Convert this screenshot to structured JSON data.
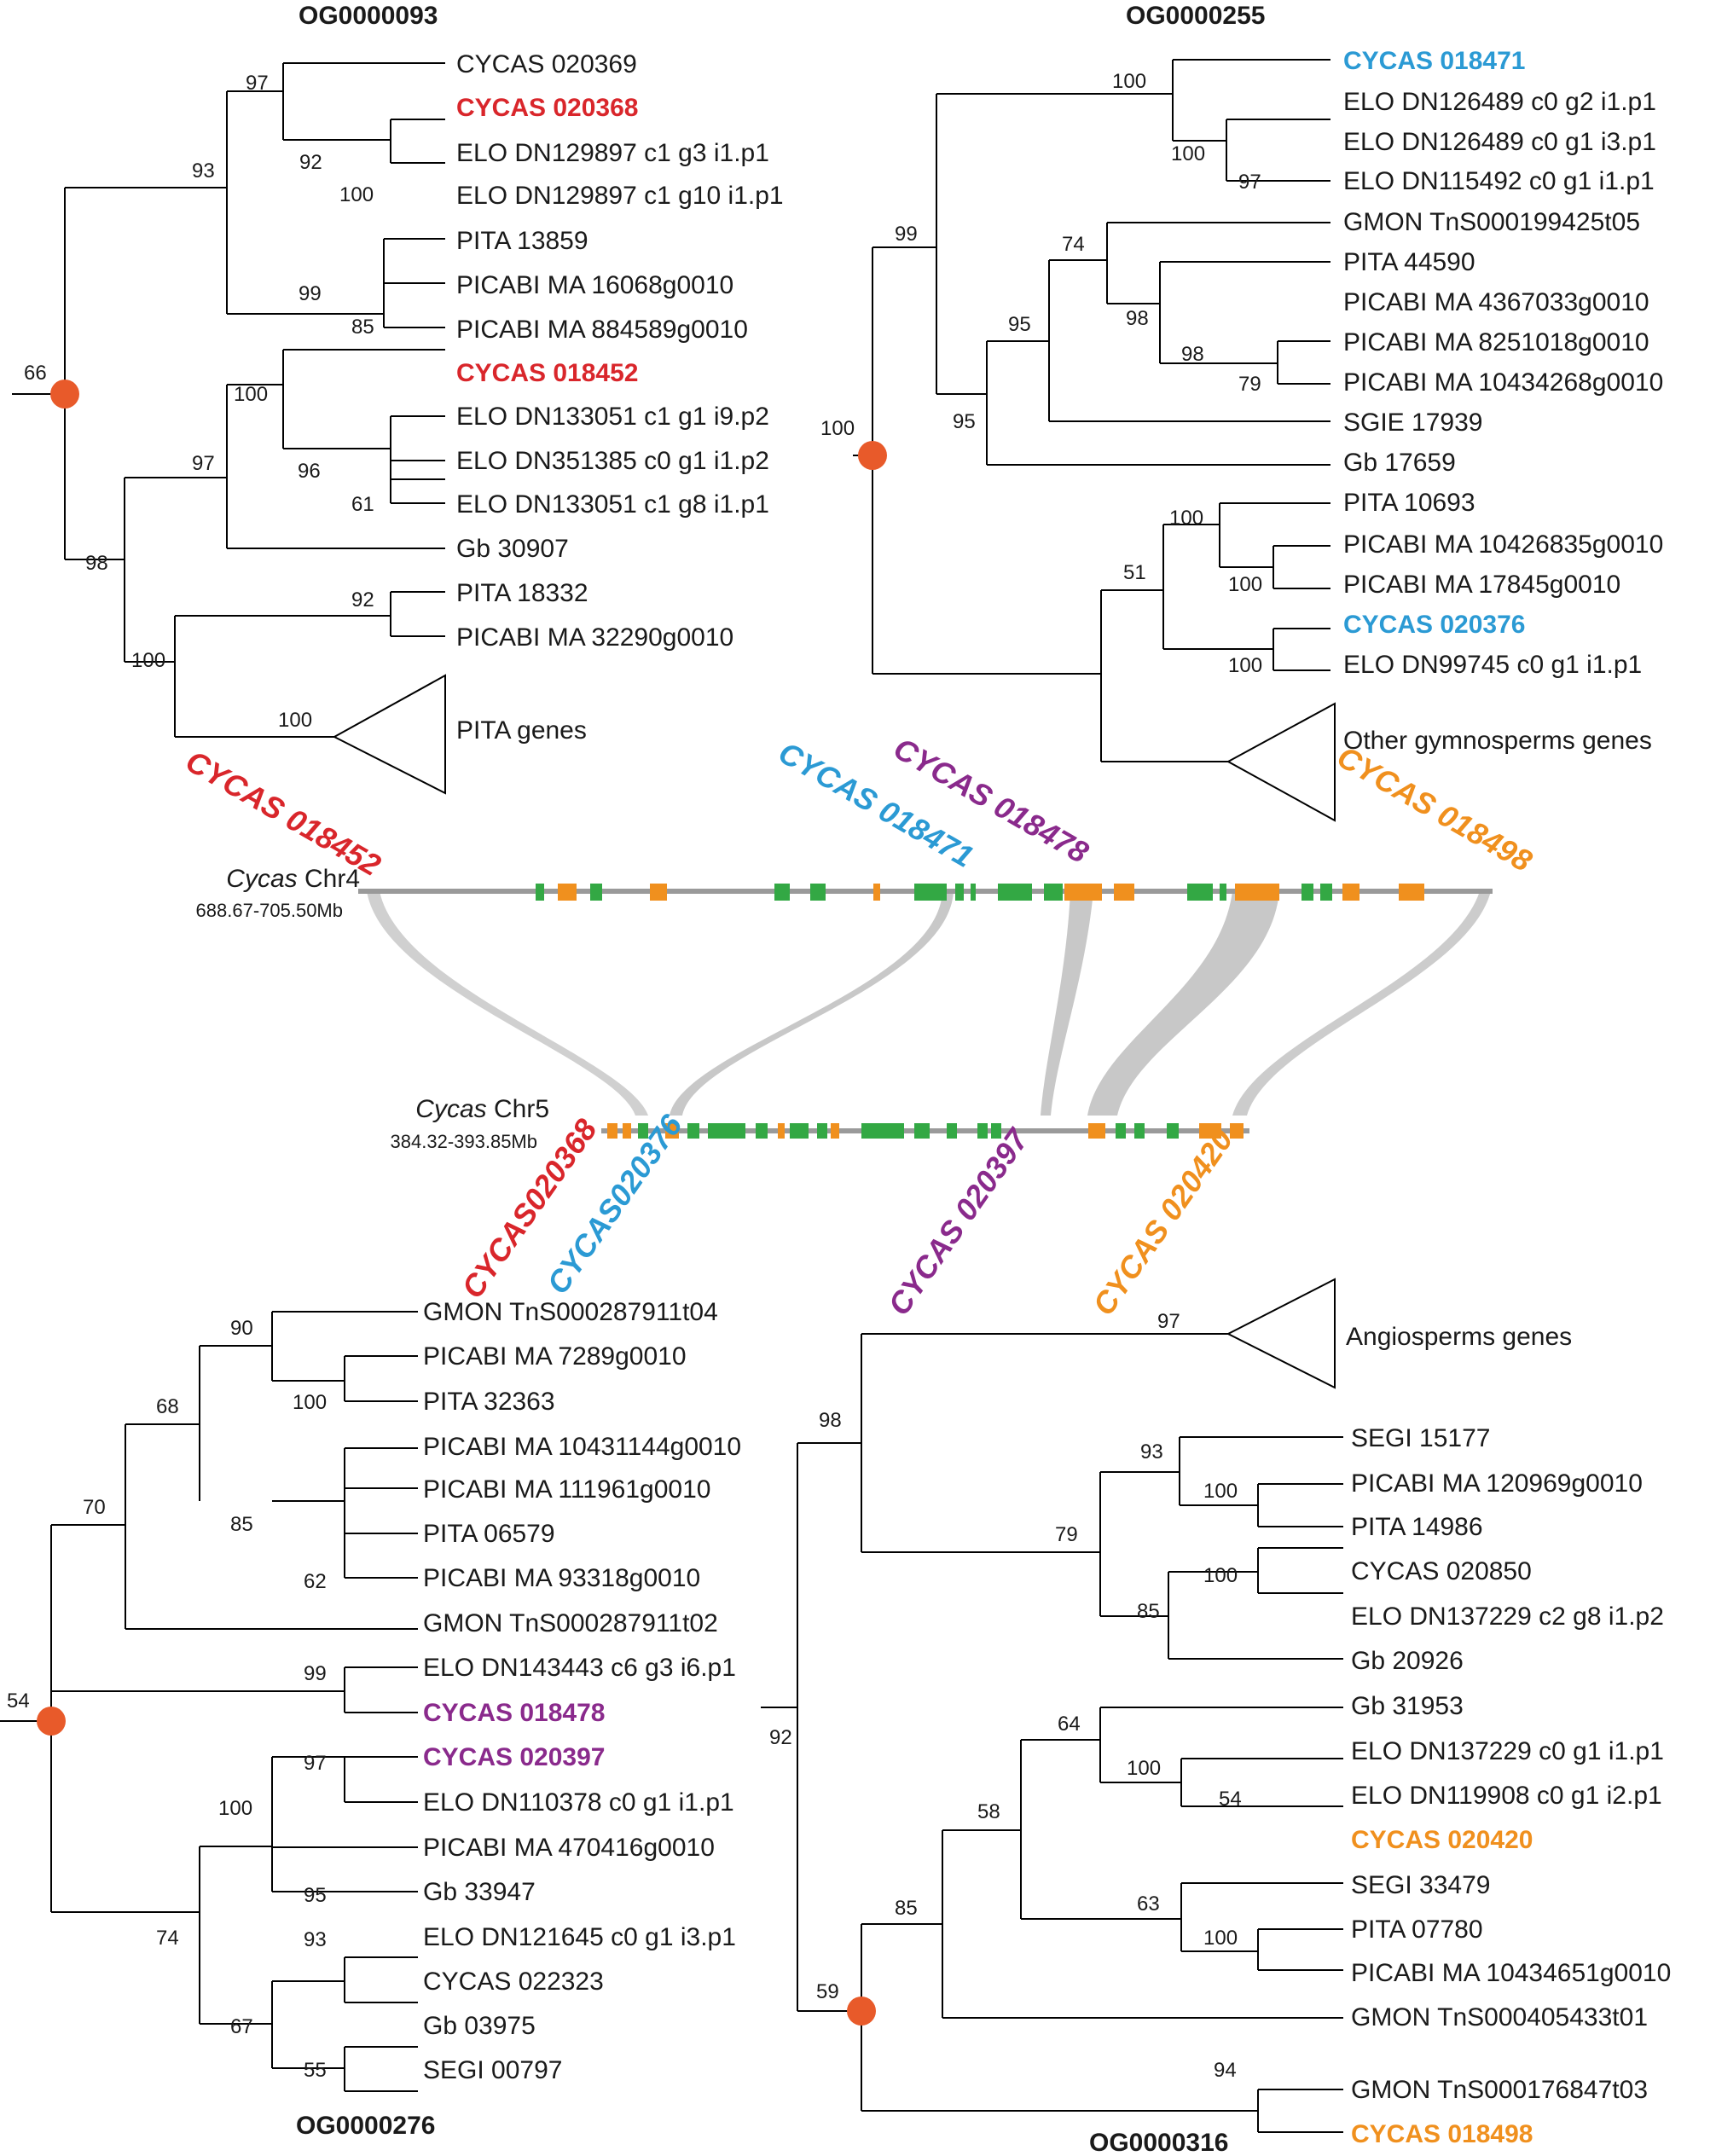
{
  "colors": {
    "red": "#d9262b",
    "blue": "#2b9ad4",
    "purple": "#8a2a8c",
    "orange": "#f0901e",
    "green": "#33a844",
    "node": "#e85a2a",
    "chromosome": "#9a9a9a",
    "link": "#c8c8c8"
  },
  "panels": {
    "tl": "OG0000093",
    "tr": "OG0000255",
    "bl": "OG0000276",
    "br": "OG0000316"
  },
  "synteny": {
    "chr4_name": "Cycas",
    "chr4_suffix": " Chr4",
    "chr4_range": "688.67-705.50Mb",
    "chr5_name": "Cycas",
    "chr5_suffix": " Chr5",
    "chr5_range": "384.32-393.85Mb",
    "top_genes": [
      "CYCAS 018452",
      "CYCAS 018471",
      "CYCAS 018478",
      "CYCAS 018498"
    ],
    "bottom_genes": [
      "CYCAS020368",
      "CYCAS020376",
      "CYCAS 020397",
      "CYCAS 020420"
    ]
  },
  "tl": {
    "leaves": [
      "CYCAS 020369",
      "CYCAS 020368",
      "ELO DN129897 c1 g3 i1.p1",
      "ELO DN129897 c1 g10 i1.p1",
      "PITA 13859",
      "PICABI MA 16068g0010",
      "PICABI MA 884589g0010",
      "CYCAS 018452",
      "ELO DN133051 c1 g1 i9.p2",
      "ELO DN351385 c0 g1 i1.p2",
      "ELO DN133051 c1 g8 i1.p1",
      "Gb 30907",
      "PITA 18332",
      "PICABI MA 32290g0010"
    ],
    "triangle": "PITA genes",
    "support": [
      "97",
      "93",
      "92",
      "100",
      "99",
      "85",
      "66",
      "100",
      "97",
      "96",
      "61",
      "98",
      "92",
      "100",
      "100"
    ]
  },
  "tr": {
    "leaves": [
      "CYCAS 018471",
      "ELO DN126489 c0 g2 i1.p1",
      "ELO DN126489 c0 g1 i3.p1",
      "ELO DN115492 c0 g1 i1.p1",
      "GMON TnS000199425t05",
      "PITA 44590",
      "PICABI MA 4367033g0010",
      "PICABI MA 8251018g0010",
      "PICABI MA 10434268g0010",
      "SGIE 17939",
      "Gb 17659",
      "PITA 10693",
      "PICABI MA 10426835g0010",
      "PICABI MA 17845g0010",
      "CYCAS 020376",
      "ELO DN99745 c0 g1 i1.p1"
    ],
    "triangle": "Other gymnosperms genes",
    "support": [
      "100",
      "100",
      "97",
      "99",
      "74",
      "98",
      "98",
      "79",
      "95",
      "95",
      "100",
      "100",
      "100",
      "51",
      "100"
    ]
  },
  "bl": {
    "leaves": [
      "GMON TnS000287911t04",
      "PICABI MA 7289g0010",
      "PITA 32363",
      "PICABI MA 10431144g0010",
      "PICABI MA 111961g0010",
      "PITA 06579",
      "PICABI MA 93318g0010",
      "GMON TnS000287911t02",
      "ELO DN143443 c6 g3 i6.p1",
      "CYCAS 018478",
      "CYCAS 020397",
      "ELO DN110378 c0 g1 i1.p1",
      "PICABI MA 470416g0010",
      "Gb 33947",
      "ELO DN121645 c0 g1 i3.p1",
      "CYCAS 022323",
      "Gb 03975",
      "SEGI 00797"
    ],
    "support": [
      "90",
      "100",
      "68",
      "85",
      "62",
      "70",
      "99",
      "54",
      "97",
      "100",
      "95",
      "74",
      "93",
      "67",
      "55"
    ]
  },
  "br": {
    "leaves": [
      "SEGI 15177",
      "PICABI MA 120969g0010",
      "PITA 14986",
      "CYCAS 020850",
      "ELO DN137229 c2 g8 i1.p2",
      "Gb 20926",
      "Gb 31953",
      "ELO DN137229 c0 g1 i1.p1",
      "ELO DN119908 c0 g1 i2.p1",
      "CYCAS 020420",
      "SEGI 33479",
      "PITA 07780",
      "PICABI MA 10434651g0010",
      "GMON TnS000405433t01",
      "GMON TnS000176847t03",
      "CYCAS 018498"
    ],
    "triangle": "Angiosperms genes",
    "support": [
      "97",
      "98",
      "93",
      "100",
      "79",
      "100",
      "85",
      "92",
      "64",
      "100",
      "54",
      "58",
      "63",
      "100",
      "85",
      "59",
      "94"
    ]
  }
}
